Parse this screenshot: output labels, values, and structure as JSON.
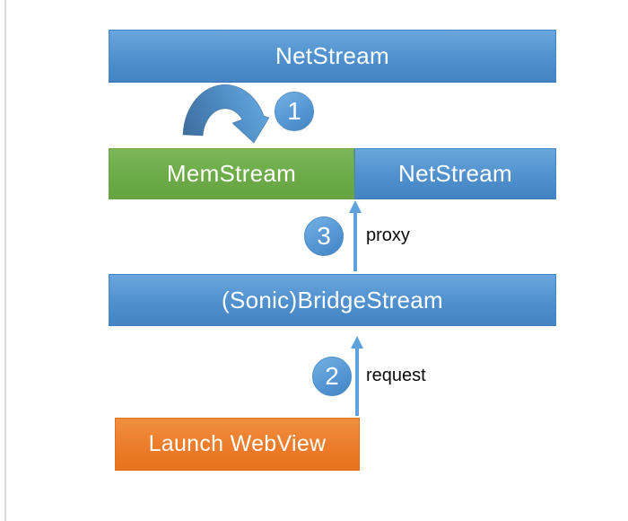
{
  "page": {
    "background": "#FFFFFF",
    "left_rule_color": "#D9D9D9"
  },
  "palette": {
    "node_blue": "#5B9BD5",
    "node_green": "#70AD47",
    "node_orange": "#ED7D31",
    "arrow_blue": "#5EA1DC",
    "curved_arrow_dark": "#3D6C9B",
    "node_text": "#FFFFFF",
    "annotation_text": "#000000"
  },
  "nodes": {
    "netstream_top": {
      "label": "NetStream"
    },
    "memstream": {
      "label": "MemStream"
    },
    "netstream_mid": {
      "label": "NetStream"
    },
    "bridgestream": {
      "label": "(Sonic)BridgeStream"
    },
    "launch_webview": {
      "label": "Launch WebView"
    }
  },
  "badges": {
    "step1": "1",
    "step2": "2",
    "step3": "3"
  },
  "arrow_labels": {
    "proxy": "proxy",
    "request": "request"
  }
}
